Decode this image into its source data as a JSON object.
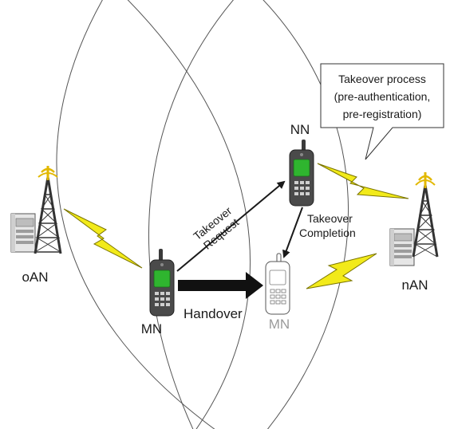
{
  "nodes": {
    "oan_label": "oAN",
    "nan_label": "nAN",
    "mn_label": "MN",
    "mn_new_label": "MN",
    "nn_label": "NN"
  },
  "arrows": {
    "takeover_request_line1": "Takeover",
    "takeover_request_line2": "Request",
    "takeover_completion_line1": "Takeover",
    "takeover_completion_line2": "Completion",
    "handover_label": "Handover"
  },
  "callout": {
    "line1": "Takeover process",
    "line2": "(pre-authentication,",
    "line3": "pre-registration)"
  },
  "colors": {
    "lightning": "#f2ea1a",
    "phone_screen": "#2fb52f",
    "phone_body": "#4a4a4a",
    "ghost_phone": "#ffffff"
  }
}
